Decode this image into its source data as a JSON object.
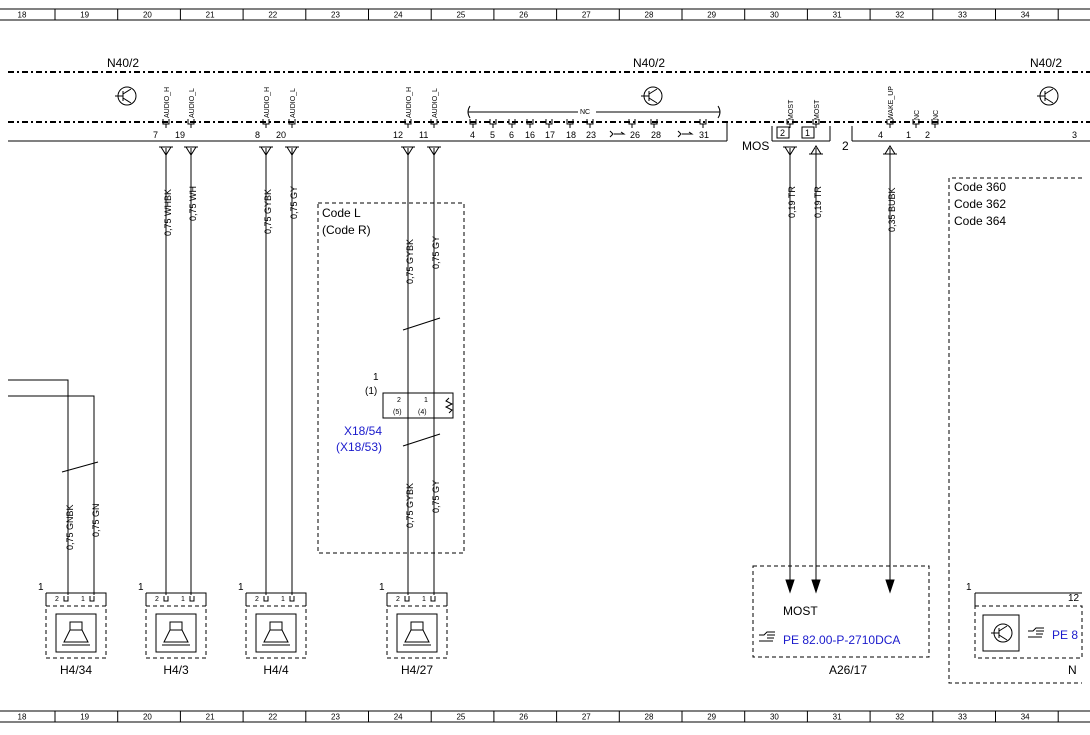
{
  "ruler": {
    "top": [
      "18",
      "19",
      "20",
      "21",
      "22",
      "23",
      "24",
      "25",
      "26",
      "27",
      "28",
      "29",
      "30",
      "31",
      "32",
      "33",
      "34"
    ],
    "bottom": [
      "18",
      "19",
      "20",
      "21",
      "22",
      "23",
      "24",
      "25",
      "26",
      "27",
      "28",
      "29",
      "30",
      "31",
      "32",
      "33",
      "34"
    ]
  },
  "modules": {
    "left": "N40/2",
    "center": "N40/2",
    "right": "N40/2"
  },
  "pins": {
    "audio_left": [
      "AUDIO_H",
      "AUDIO_L"
    ],
    "audio_mid": [
      "AUDIO_H",
      "AUDIO_L"
    ],
    "audio_center": [
      "AUDIO_H",
      "AUDIO_L"
    ],
    "nc_label": "NC",
    "most": [
      "MOST",
      "MOST"
    ],
    "wake": [
      "WAKE_UP",
      "NC",
      "NC"
    ]
  },
  "pin_numbers": {
    "p7": "7",
    "p19": "19",
    "p8": "8",
    "p20": "20",
    "p12": "12",
    "p11": "11",
    "nc_row": [
      "4",
      "5",
      "6",
      "16",
      "17",
      "18",
      "23",
      "26",
      "28",
      "31"
    ],
    "most_a": "2",
    "most_b": "1",
    "wake_4": "4",
    "wake_1": "1",
    "wake_2": "2",
    "right_3": "3"
  },
  "labels": {
    "mos": "MOS",
    "mos_num": "2",
    "code_l": "Code L",
    "code_r": "(Code R)",
    "codes": [
      "Code 360",
      "Code 362",
      "Code 364"
    ],
    "most": "MOST",
    "pe_ref": "PE 82.00-P-2710DCA",
    "pe_ref_right": "PE 8",
    "a26": "A26/17",
    "right_n": "N"
  },
  "wires": {
    "w1": "0,75 WHBK",
    "w2": "0,75 WH",
    "w3": "0,75 GYBK",
    "w4": "0,75 GY",
    "w5": "0,75 GYBK",
    "w6": "0,75 GY",
    "w7": "0,75 GYBK",
    "w8": "0,75 GY",
    "w9": "0,75 GNBK",
    "w10": "0,75 GN",
    "w11": "0,19 TR",
    "w12": "0,19 TR",
    "w13": "0,35 BUBK"
  },
  "connector": {
    "num": "1",
    "num_alt": "(1)",
    "name": "X18/54",
    "name_alt": "(X18/53)",
    "pin2": "2",
    "pin1": "1",
    "pin5": "(5)",
    "pin4": "(4)"
  },
  "speakers": [
    {
      "name": "H4/34",
      "one": "1",
      "p2": "2",
      "p1": "1"
    },
    {
      "name": "H4/3",
      "one": "1",
      "p2": "2",
      "p1": "1"
    },
    {
      "name": "H4/4",
      "one": "1",
      "p2": "2",
      "p1": "1"
    },
    {
      "name": "H4/27",
      "one": "1",
      "p2": "2",
      "p1": "1"
    }
  ],
  "right_box": {
    "one": "1",
    "twelve": "12"
  }
}
